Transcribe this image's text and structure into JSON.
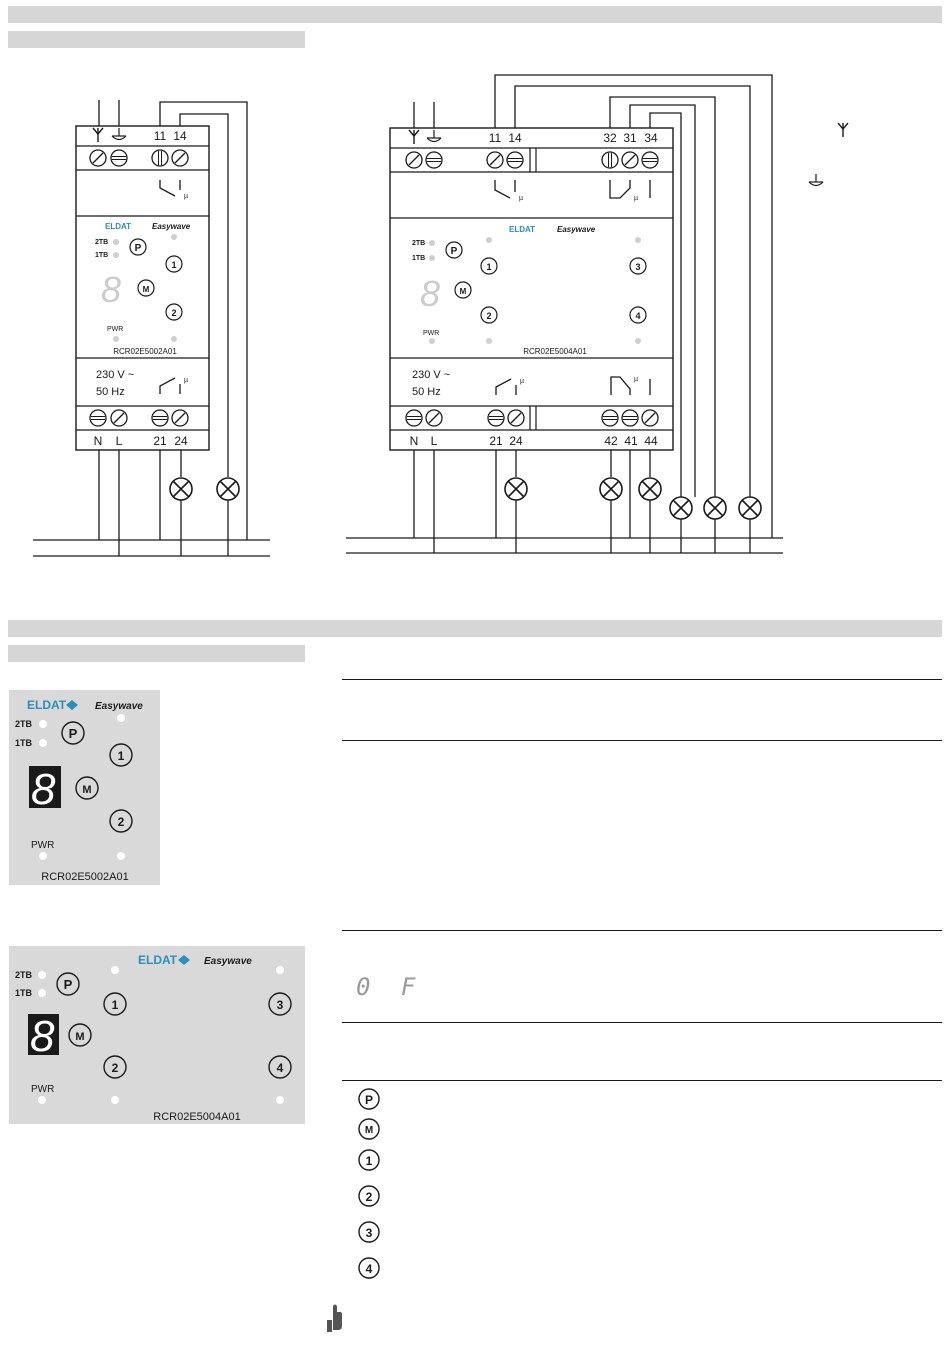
{
  "brand": {
    "logo_left": "ELDAT",
    "logo_right": "Easywave"
  },
  "small_unit": {
    "model": "RCR02E5002A01",
    "terminals_top": [
      "11",
      "14"
    ],
    "terminals_bottom": [
      "N",
      "L",
      "21",
      "24"
    ],
    "supply": [
      "230 V ~",
      "50 Hz"
    ],
    "led_labels": [
      "2TB",
      "1TB",
      "PWR"
    ],
    "buttons": [
      "P",
      "M",
      "1",
      "2"
    ],
    "relay_symbol": "µ"
  },
  "large_unit": {
    "model": "RCR02E5004A01",
    "terminals_top": [
      "11",
      "14",
      "32",
      "31",
      "34"
    ],
    "terminals_bottom": [
      "N",
      "L",
      "21",
      "24",
      "42",
      "41",
      "44"
    ],
    "supply": [
      "230 V ~",
      "50 Hz"
    ],
    "led_labels": [
      "2TB",
      "1TB",
      "PWR"
    ],
    "buttons": [
      "P",
      "M",
      "1",
      "2",
      "3",
      "4"
    ],
    "relay_symbol": "µ"
  },
  "display": {
    "seven_segment": "8",
    "readout": "0  F"
  },
  "legend_icons": [
    "P",
    "M",
    "1",
    "2",
    "3",
    "4"
  ]
}
